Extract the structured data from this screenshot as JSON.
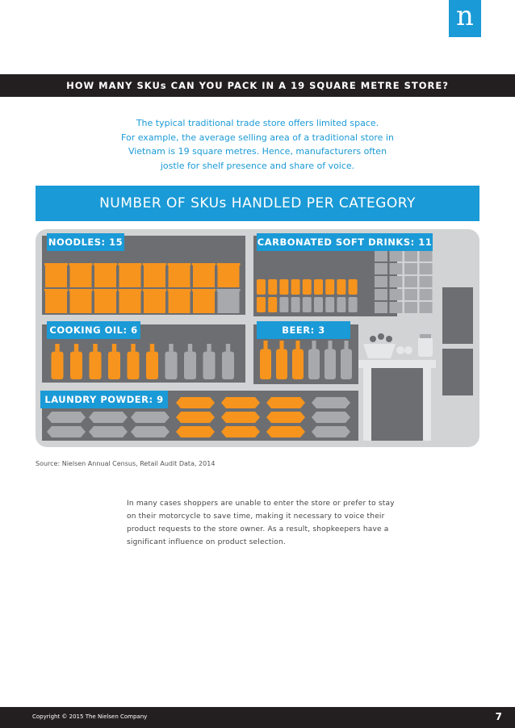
{
  "logo": {
    "letter": "n"
  },
  "title": "HOW MANY SKUs CAN YOU PACK IN A 19 SQUARE METRE STORE?",
  "intro": [
    "The typical traditional trade store offers limited space.",
    "For example, the average selling area of a traditional store in",
    "Vietnam is 19 square metres. Hence, manufacturers often",
    "jostle for shelf presence and share of voice."
  ],
  "banner": "NUMBER OF SKUs HANDLED PER CATEGORY",
  "categories": [
    {
      "label": "NOODLES: 15",
      "count": 15
    },
    {
      "label": "CARBONATED SOFT DRINKS: 11",
      "count": 11
    },
    {
      "label": "COOKING OIL: 6",
      "count": 6
    },
    {
      "label": "BEER: 3",
      "count": 3
    },
    {
      "label": "LAUNDRY POWDER: 9",
      "count": 9
    }
  ],
  "colors": {
    "accent": "#1a9ad6",
    "orange": "#f7941d",
    "grey_light": "#a7a9ac",
    "grey_dark": "#6d6e71",
    "dark": "#231f20"
  },
  "source": "Source: Nielsen Annual Census, Retail Audit Data, 2014",
  "body": [
    "In many cases shoppers are unable to enter the store or prefer to stay",
    "on their motorcycle to save time, making it necessary to voice their",
    "product requests to the store owner. As a result, shopkeepers have a",
    "significant influence on product selection."
  ],
  "footer": {
    "copyright": "Copyright © 2015 The Nielsen Company",
    "page": "7"
  }
}
